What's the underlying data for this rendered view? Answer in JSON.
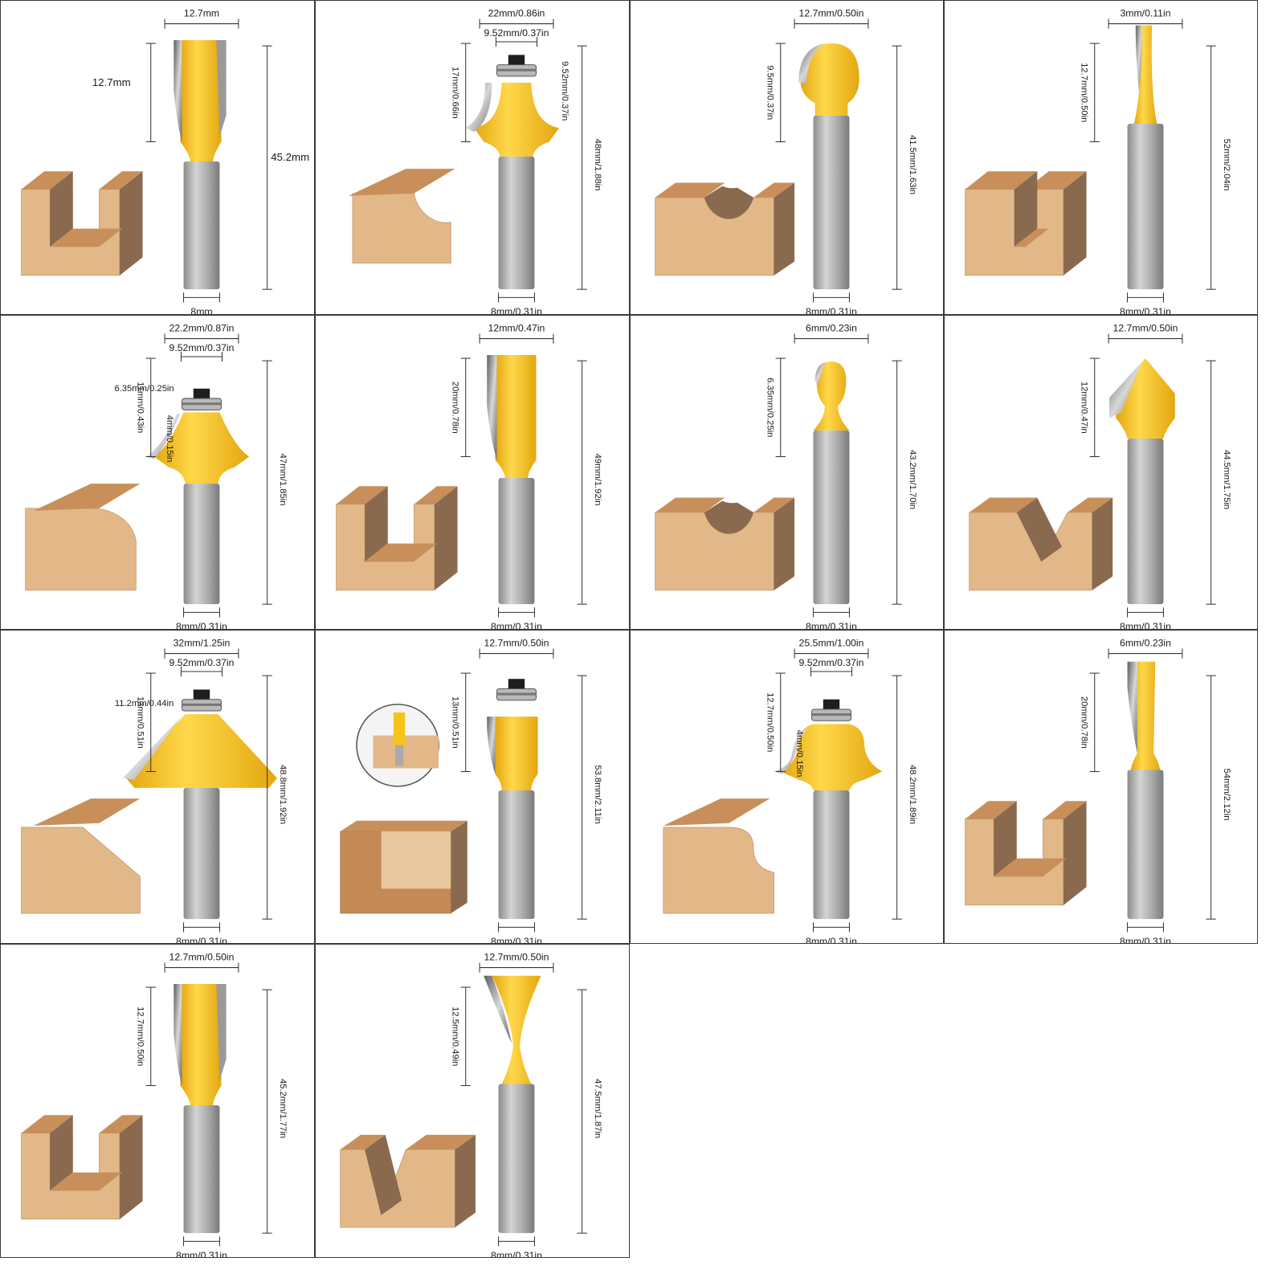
{
  "colors": {
    "cutter_yellow": "#f7c21a",
    "cutter_yellow_dark": "#e3a60f",
    "shank_gray": "#a7a7a7",
    "shank_light": "#d4d4d4",
    "blade_gray": "#7d7d7d",
    "wood_light": "#e2b888",
    "wood_mid": "#c98f5a",
    "wood_dark": "#8a6a4e",
    "bearing_black": "#1e1e1e",
    "dimension_line": "#333333",
    "grid_border": "#3a3a3a"
  },
  "bits": [
    {
      "id": "straight-12-7",
      "profile": "straight",
      "block": "u-groove",
      "labels": {
        "top": "12.7mm",
        "left": "12.7mm",
        "right": "45.2mm",
        "bottom": "8mm"
      }
    },
    {
      "id": "cove-bearing",
      "profile": "cove",
      "block": "cove-edge",
      "labels": {
        "top": "22mm/0.86in",
        "top2": "9.52mm/0.37in",
        "left": "17mm/0.66in",
        "right_inner": "9.52mm/0.37in",
        "right": "48mm/1.88in",
        "bottom": "8mm/0.31in"
      }
    },
    {
      "id": "core-box-12-7",
      "profile": "corebox",
      "block": "round-groove",
      "labels": {
        "top": "12.7mm/0.50in",
        "left": "9.5mm/0.37in",
        "right": "41.5mm/1.63in",
        "bottom": "8mm/0.31in"
      }
    },
    {
      "id": "straight-3",
      "profile": "slim",
      "block": "narrow-groove",
      "labels": {
        "top": "3mm/0.11in",
        "left": "12.7mm/0.50in",
        "right": "52mm/2.04in",
        "bottom": "8mm/0.31in"
      }
    },
    {
      "id": "roundover-bearing",
      "profile": "roundover",
      "block": "roundover-edge",
      "labels": {
        "top": "22.2mm/0.87in",
        "top2": "9.52mm/0.37in",
        "bearing": "6.35mm/0.25in",
        "left": "11mm/0.43in",
        "left_inner": "4mm/0.15in",
        "right": "47mm/1.85in",
        "bottom": "8mm/0.31in"
      }
    },
    {
      "id": "straight-12",
      "profile": "straight-long",
      "block": "u-groove",
      "labels": {
        "top": "12mm/0.47in",
        "left": "20mm/0.78in",
        "right": "49mm/1.92in",
        "bottom": "8mm/0.31in"
      }
    },
    {
      "id": "core-box-6",
      "profile": "corebox-small",
      "block": "round-groove",
      "labels": {
        "top": "6mm/0.23in",
        "left": "6.35mm/0.25in",
        "right": "43.2mm/1.70in",
        "bottom": "8mm/0.31in"
      }
    },
    {
      "id": "v-groove",
      "profile": "vgroove",
      "block": "v-groove",
      "labels": {
        "top": "12.7mm/0.50in",
        "left": "12mm/0.47in",
        "right": "44.5mm/1.75in",
        "bottom": "8mm/0.31in"
      }
    },
    {
      "id": "chamfer",
      "profile": "chamfer",
      "block": "chamfer-edge",
      "labels": {
        "top": "32mm/1.25in",
        "top2": "9.52mm/0.37in",
        "bearing": "11.2mm/0.44in",
        "left": "13mm/0.51in",
        "right": "48.8mm/1.92in",
        "bottom": "8mm/0.31in"
      }
    },
    {
      "id": "flush-trim",
      "profile": "flush",
      "block": "flush-block",
      "labels": {
        "top": "12.7mm/0.50in",
        "left": "13mm/0.51in",
        "right": "53.8mm/2.11in",
        "bottom": "8mm/0.31in"
      }
    },
    {
      "id": "roman-ogee",
      "profile": "ogee",
      "block": "ogee-edge",
      "labels": {
        "top": "25.5mm/1.00in",
        "top2": "9.52mm/0.37in",
        "left": "12.7mm/0.50in",
        "left_inner": "4mm/0.15in",
        "right": "48.2mm/1.89in",
        "bottom": "8mm/0.31in"
      }
    },
    {
      "id": "straight-6",
      "profile": "slim-long",
      "block": "u-groove",
      "labels": {
        "top": "6mm/0.23in",
        "left": "20mm/0.78in",
        "right": "54mm/2.12in",
        "bottom": "8mm/0.31in"
      }
    },
    {
      "id": "mortise-12-7",
      "profile": "straight",
      "block": "u-groove",
      "labels": {
        "top": "12.7mm/0.50in",
        "left": "12.7mm/0.50in",
        "right": "45.2mm/1.77in",
        "bottom": "8mm/0.31in"
      }
    },
    {
      "id": "dovetail",
      "profile": "dovetail",
      "block": "dovetail-groove",
      "labels": {
        "top": "12.7mm/0.50in",
        "left": "12.5mm/0.49in",
        "right": "47.5mm/1.87in",
        "bottom": "8mm/0.31in"
      }
    }
  ]
}
